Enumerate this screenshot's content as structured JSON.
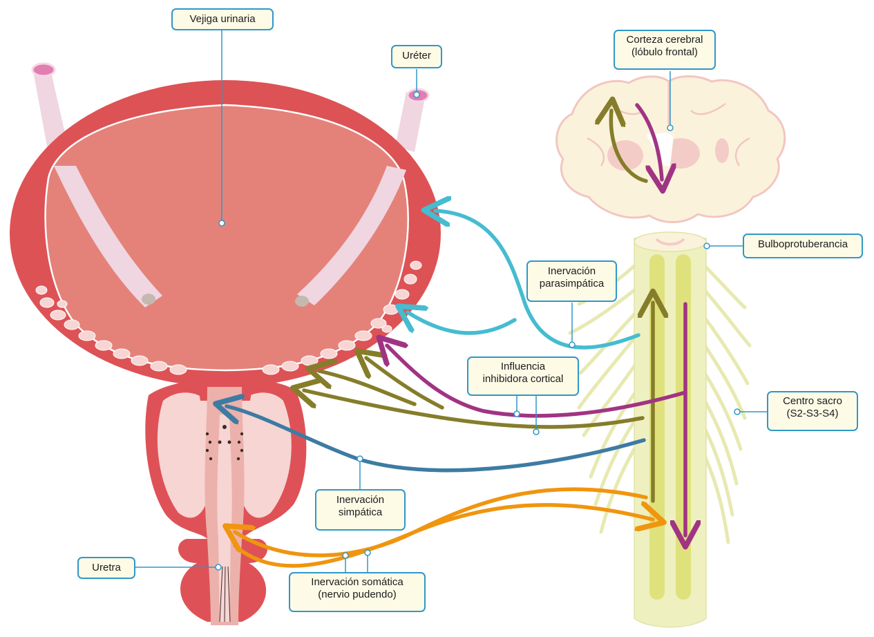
{
  "labels": {
    "bladder": "Vejiga urinaria",
    "ureter": "Uréter",
    "cortex_line1": "Corteza cerebral",
    "cortex_line2": "(lóbulo frontal)",
    "pons": "Bulboprotuberancia",
    "parasympathetic_line1": "Inervación",
    "parasympathetic_line2": "parasimpática",
    "cortical_line1": "Influencia",
    "cortical_line2": "inhibidora cortical",
    "sacral_line1": "Centro sacro",
    "sacral_line2": "(S2-S3-S4)",
    "sympathetic_line1": "Inervación",
    "sympathetic_line2": "simpática",
    "urethra": "Uretra",
    "somatic_line1": "Inervación somática",
    "somatic_line2": "(nervio pudendo)"
  },
  "colors": {
    "label_border": "#2f97c9",
    "label_fill": "#fdfbe6",
    "parasympathetic": "#45bcd0",
    "cortical_inhibitory": "#857d2a",
    "cortical_descending": "#a03483",
    "sympathetic": "#3d7ba3",
    "somatic": "#f0950f",
    "bladder_wall": "#dd5255",
    "bladder_lumen": "#e4827a",
    "spinal_cord": "#eef0c0"
  }
}
